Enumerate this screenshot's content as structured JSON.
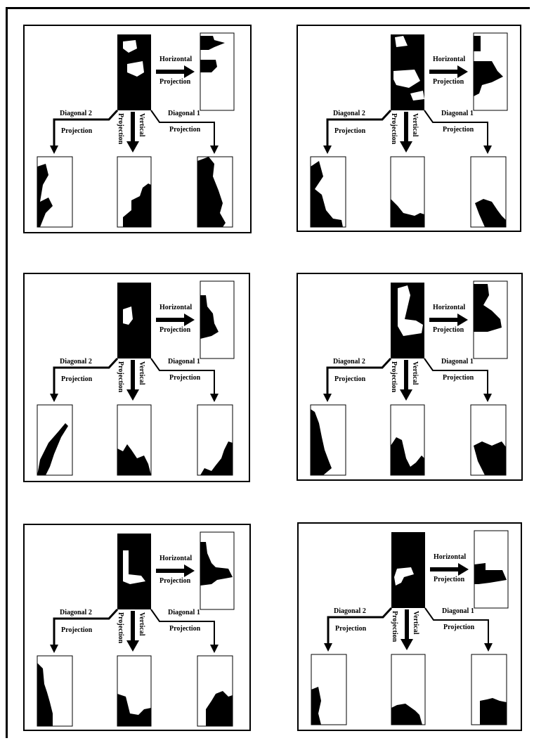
{
  "labels": {
    "horizontal": "Horizontal",
    "vertical": "Vertical",
    "projection": "Projection",
    "diagonal1": "Diagonal 1",
    "diagonal2": "Diagonal 2"
  },
  "panels": [
    {
      "id": 1
    },
    {
      "id": 2
    },
    {
      "id": 3
    },
    {
      "id": 4
    },
    {
      "id": 5
    },
    {
      "id": 6
    }
  ]
}
